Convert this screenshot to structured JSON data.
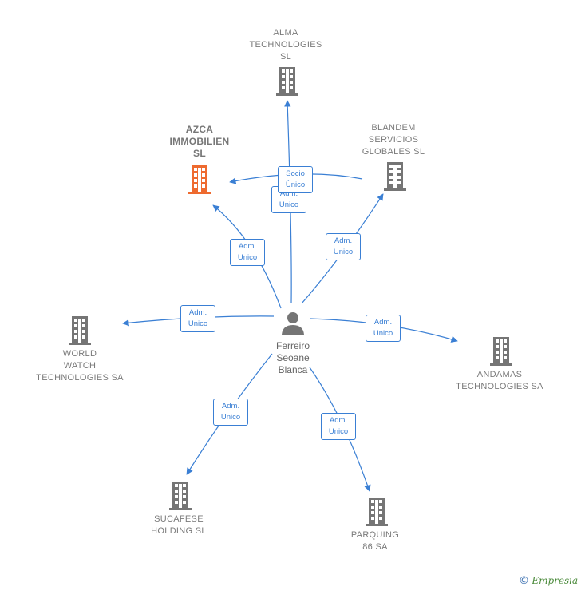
{
  "colors": {
    "edge": "#3a7fd4",
    "building": "#757575",
    "building_focus": "#ee6a2f",
    "person": "#757575"
  },
  "center": {
    "icon": "person-icon",
    "label_lines": [
      "Ferreiro",
      "Seoane",
      "Blanca"
    ]
  },
  "nodes": [
    {
      "id": "alma",
      "icon": "building-icon",
      "label_lines": [
        "ALMA",
        "TECHNOLOGIES",
        "SL"
      ],
      "focus": false
    },
    {
      "id": "azca",
      "icon": "building-icon",
      "label_lines": [
        "AZCA",
        "IMMOBILIEN",
        "SL"
      ],
      "focus": true
    },
    {
      "id": "blandem",
      "icon": "building-icon",
      "label_lines": [
        "BLANDEM",
        "SERVICIOS",
        "GLOBALES  SL"
      ],
      "focus": false
    },
    {
      "id": "world",
      "icon": "building-icon",
      "label_lines": [
        "WORLD",
        "WATCH",
        "TECHNOLOGIES SA"
      ],
      "focus": false
    },
    {
      "id": "andamas",
      "icon": "building-icon",
      "label_lines": [
        "ANDAMAS",
        "TECHNOLOGIES SA"
      ],
      "focus": false
    },
    {
      "id": "sucafese",
      "icon": "building-icon",
      "label_lines": [
        "SUCAFESE",
        "HOLDING SL"
      ],
      "focus": false
    },
    {
      "id": "parquing",
      "icon": "building-icon",
      "label_lines": [
        "PARQUING",
        "86 SA"
      ],
      "focus": false
    }
  ],
  "edge_labels": [
    {
      "id": "socio-unico",
      "lines": [
        "Socio",
        "Único"
      ]
    },
    {
      "id": "adm-alma",
      "lines": [
        "Adm.",
        "Unico"
      ]
    },
    {
      "id": "adm-azca",
      "lines": [
        "Adm.",
        "Unico"
      ]
    },
    {
      "id": "adm-blandem",
      "lines": [
        "Adm.",
        "Unico"
      ]
    },
    {
      "id": "adm-world",
      "lines": [
        "Adm.",
        "Unico"
      ]
    },
    {
      "id": "adm-andamas",
      "lines": [
        "Adm.",
        "Unico"
      ]
    },
    {
      "id": "adm-sucafese",
      "lines": [
        "Adm.",
        "Unico"
      ]
    },
    {
      "id": "adm-parquing",
      "lines": [
        "Adm.",
        "Unico"
      ]
    }
  ],
  "footer": {
    "copyright": "©",
    "brand_initial": "E",
    "brand_rest": "mpresia"
  }
}
